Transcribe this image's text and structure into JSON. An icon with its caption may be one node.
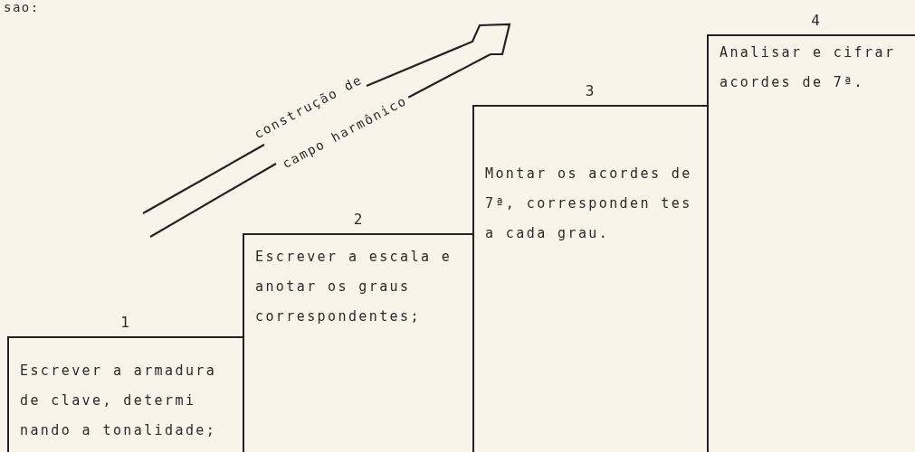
{
  "diagram": {
    "nodes": [
      {
        "text": [
          "1",
          "Escrever a armadura de clave, determi nando a tonalidade;"
        ]
      },
      {
        "text": [
          "2",
          "Escrever a escala e anotar os graus correspondentes;"
        ]
      },
      {
        "text": [
          "3",
          "Montar os acordes de 7ª, corresponden tes a cada grau."
        ]
      },
      {
        "text": [
          "4",
          "Analisar e cifrar acordes de 7ª."
        ]
      }
    ],
    "labels": [
      "sao:",
      "construção de",
      "campo harmônico"
    ]
  }
}
